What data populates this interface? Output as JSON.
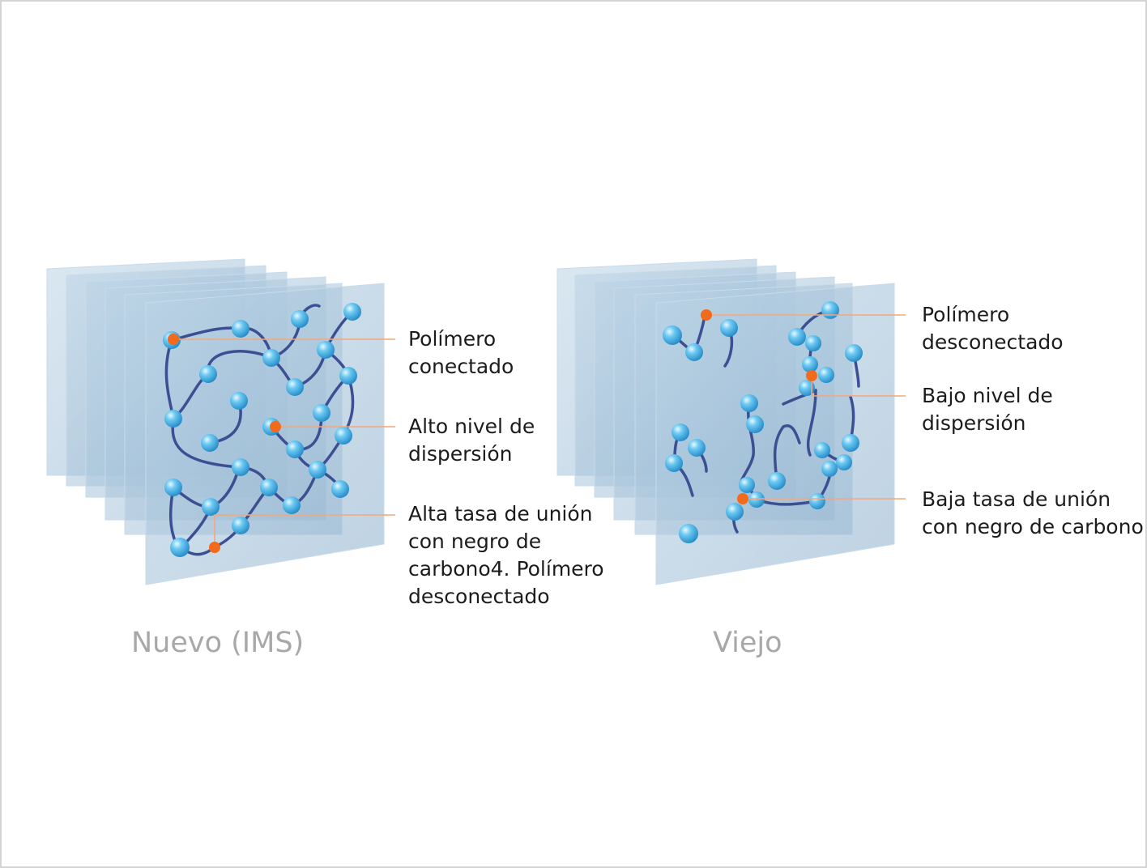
{
  "panels": {
    "new": {
      "caption": "Nuevo (IMS)",
      "callouts": [
        {
          "text": "Polímero\nconectado"
        },
        {
          "text": "Alto nivel de\ndispersión"
        },
        {
          "text": "Alta tasa de unión\ncon negro de\ncarbono4. Polímero\ndesconectado"
        }
      ]
    },
    "old": {
      "caption": "Viejo",
      "callouts": [
        {
          "text": "Polímero\ndesconectado"
        },
        {
          "text": "Bajo nivel de\ndispersión"
        },
        {
          "text": "Baja tasa de unión\ncon negro de carbono"
        }
      ]
    }
  },
  "colors": {
    "panel_fill": "#a9c6dc",
    "polymer_chain": "#3d4f93",
    "particle": "#48b4e6",
    "marker": "#f26b1d",
    "leader_line": "#f5a67a"
  }
}
